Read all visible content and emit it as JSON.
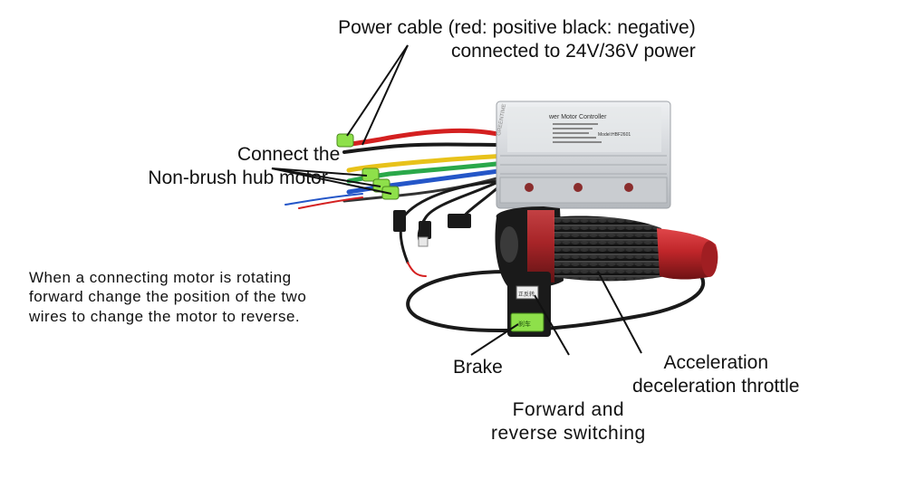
{
  "labels": {
    "power_line1": "Power cable (red: positive black: negative)",
    "power_line2": "connected to 24V/36V power",
    "motor_line1": "Connect the",
    "motor_line2": "Non-brush hub motor",
    "rotate_line1": "When a connecting motor is rotating",
    "rotate_line2": "forward change the position of the two",
    "rotate_line3": "wires to change the motor to reverse.",
    "brake": "Brake",
    "accel_line1": "Acceleration",
    "accel_line2": "deceleration throttle",
    "switch_line1": "Forward and",
    "switch_line2": "reverse switching"
  },
  "controller": {
    "label_line1": "wer Motor Controller",
    "label_line2": "Model:HBF2601",
    "brand": "GREENTIME"
  },
  "switch_tag": "正反转",
  "brake_tag": "刹车",
  "colors": {
    "red_wire": "#d42020",
    "black_wire": "#1a1a1a",
    "blue_wire": "#2456c8",
    "yellow_wire": "#e8c21a",
    "green_wire": "#2aa84a",
    "connector_green": "#8ee04a",
    "grip_red": "#c0262a",
    "grip_black": "#222222",
    "controller_silver": "#d8dadd"
  }
}
